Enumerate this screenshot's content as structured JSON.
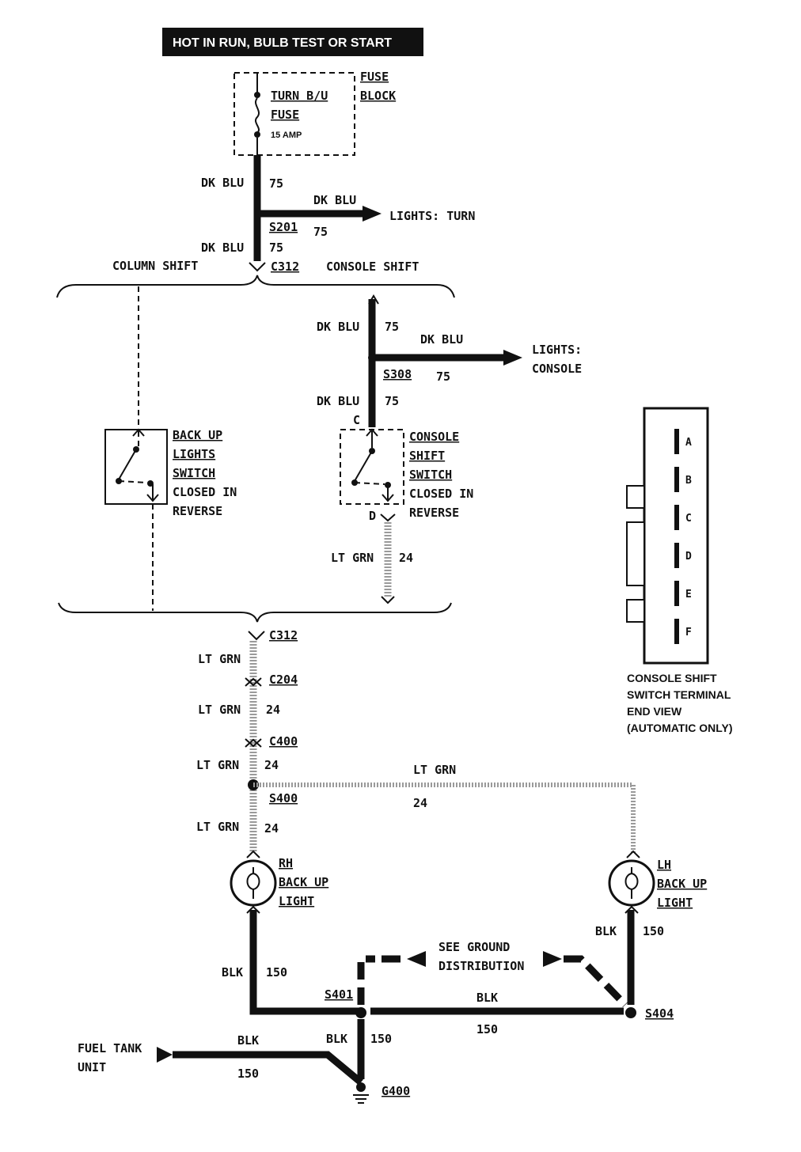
{
  "header": {
    "title": "HOT IN RUN,   BULB TEST OR START"
  },
  "fuse_block": {
    "label_line1": "FUSE",
    "label_line2": "BLOCK",
    "fuse_line1": "TURN B/U",
    "fuse_line2": "FUSE",
    "rating": "15 AMP"
  },
  "wires": {
    "dk_blu": "DK BLU",
    "lt_grn": "LT GRN",
    "blk": "BLK",
    "c75": "75",
    "c24": "24",
    "c150": "150"
  },
  "splices": {
    "s201": "S201",
    "s308": "S308",
    "s400": "S400",
    "s401": "S401",
    "s404": "S404"
  },
  "connectors": {
    "c312": "C312",
    "c204": "C204",
    "c400": "C400",
    "pin_c": "C",
    "pin_d": "D"
  },
  "destinations": {
    "lights_turn": "LIGHTS: TURN",
    "lights_console_1": "LIGHTS:",
    "lights_console_2": "CONSOLE"
  },
  "branches": {
    "column_shift": "COLUMN SHIFT",
    "console_shift": "CONSOLE SHIFT"
  },
  "backup_switch": {
    "line1": "BACK UP",
    "line2": "LIGHTS",
    "line3": "SWITCH",
    "line4": "CLOSED IN",
    "line5": "REVERSE"
  },
  "console_switch": {
    "line1": "CONSOLE",
    "line2": "SHIFT",
    "line3": "SWITCH",
    "line4": "CLOSED IN",
    "line5": "REVERSE"
  },
  "terminal_view": {
    "pins": [
      "A",
      "B",
      "C",
      "D",
      "E",
      "F"
    ],
    "caption1": "CONSOLE SHIFT",
    "caption2": "SWITCH TERMINAL",
    "caption3": "END VIEW",
    "caption4": "(AUTOMATIC ONLY)"
  },
  "rh_light": {
    "line1": "RH",
    "line2": "BACK UP",
    "line3": "LIGHT"
  },
  "lh_light": {
    "line1": "LH",
    "line2": "BACK UP",
    "line3": "LIGHT"
  },
  "ground": {
    "see1": "SEE GROUND",
    "see2": "DISTRIBUTION",
    "g400": "G400"
  },
  "fuel_tank": {
    "line1": "FUEL TANK",
    "line2": "UNIT"
  }
}
